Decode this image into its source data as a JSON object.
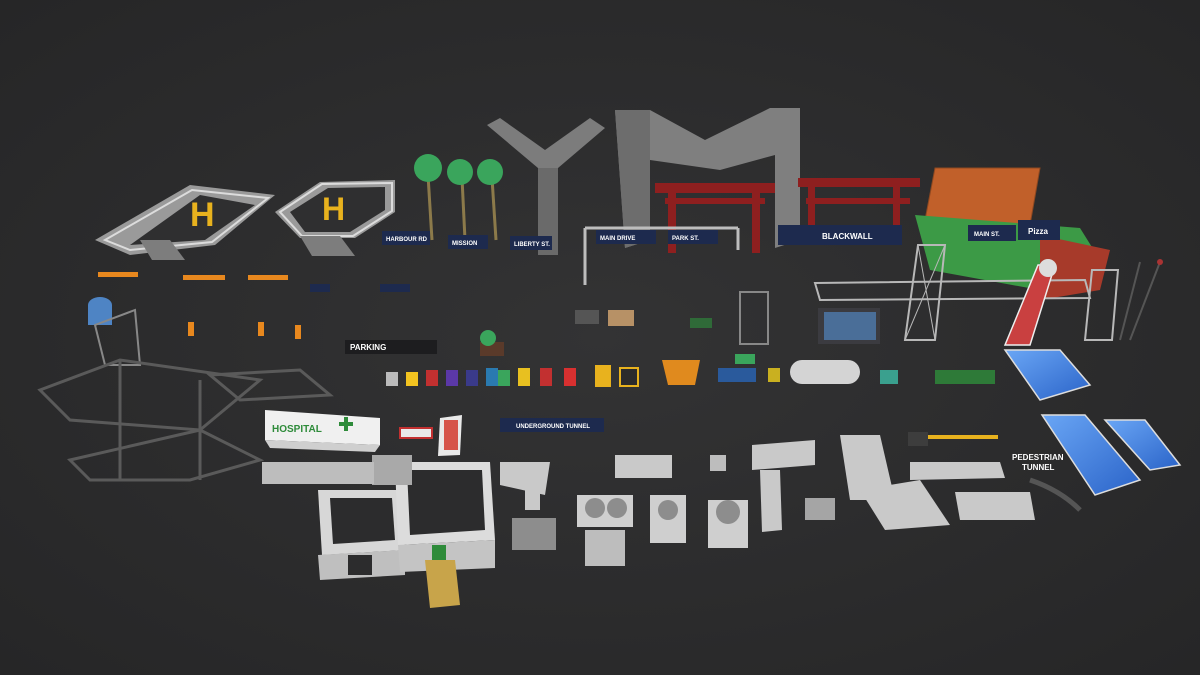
{
  "signs": {
    "helipad_letter": "H",
    "street_1": "HARBOUR RD",
    "street_2": "MISSION",
    "street_3": "LIBERTY ST.",
    "street_4": "MAIN DRIVE",
    "street_5": "PARK ST.",
    "blackwall": "BLACKWALL",
    "main_st": "MAIN ST.",
    "pizza": "Pizza",
    "parking": "PARKING",
    "hospital": "HOSPITAL",
    "underground_tunnel": "UNDERGROUND TUNNEL",
    "pedestrian_tunnel_line1": "PEDESTRIAN",
    "pedestrian_tunnel_line2": "TUNNEL"
  },
  "colors": {
    "background": "#2b2b2c",
    "helipad_yellow": "#e8b21e",
    "sign_navy": "#1d2a4e",
    "torii_red": "#8e1f1f",
    "hospital_green": "#2e8b3a",
    "glass_blue": "#3b7fe0",
    "cone_orange": "#e8881e"
  }
}
